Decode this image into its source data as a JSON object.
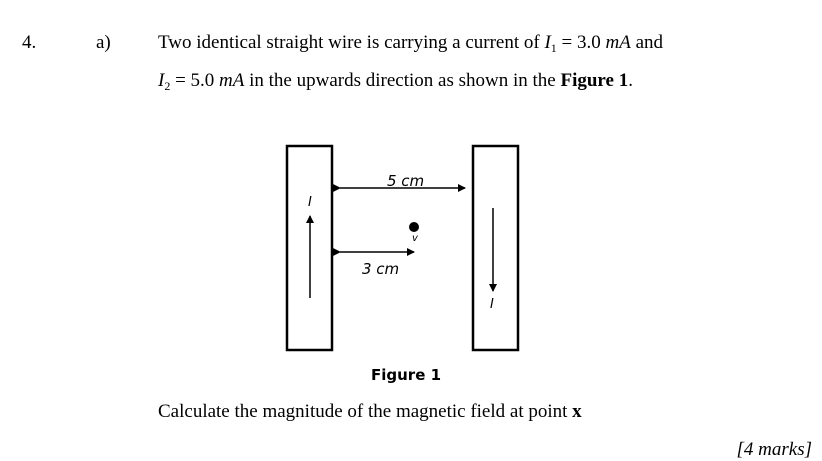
{
  "question": {
    "number": "4.",
    "part": "a)",
    "line1": {
      "text": "Two identical straight wire is carrying a current of ",
      "var1": "I",
      "sub1": "1",
      "eq1": " = 3.0 ",
      "unit1": "mA",
      "end": " and"
    },
    "line2": {
      "var2": "I",
      "sub2": "2",
      "eq2": " = 5.0 ",
      "unit2": "mA",
      "text": " in the upwards direction as shown in the ",
      "figref": "Figure 1",
      "period": "."
    },
    "instruction_text": "Calculate the magnitude of the magnetic field at point ",
    "instruction_point": "x",
    "marks": "[4 marks]"
  },
  "figure": {
    "caption": "Figure 1",
    "distance_wires": "5 cm",
    "distance_point": "3 cm",
    "current_left": "I",
    "current_right": "I",
    "point_label": "v"
  }
}
